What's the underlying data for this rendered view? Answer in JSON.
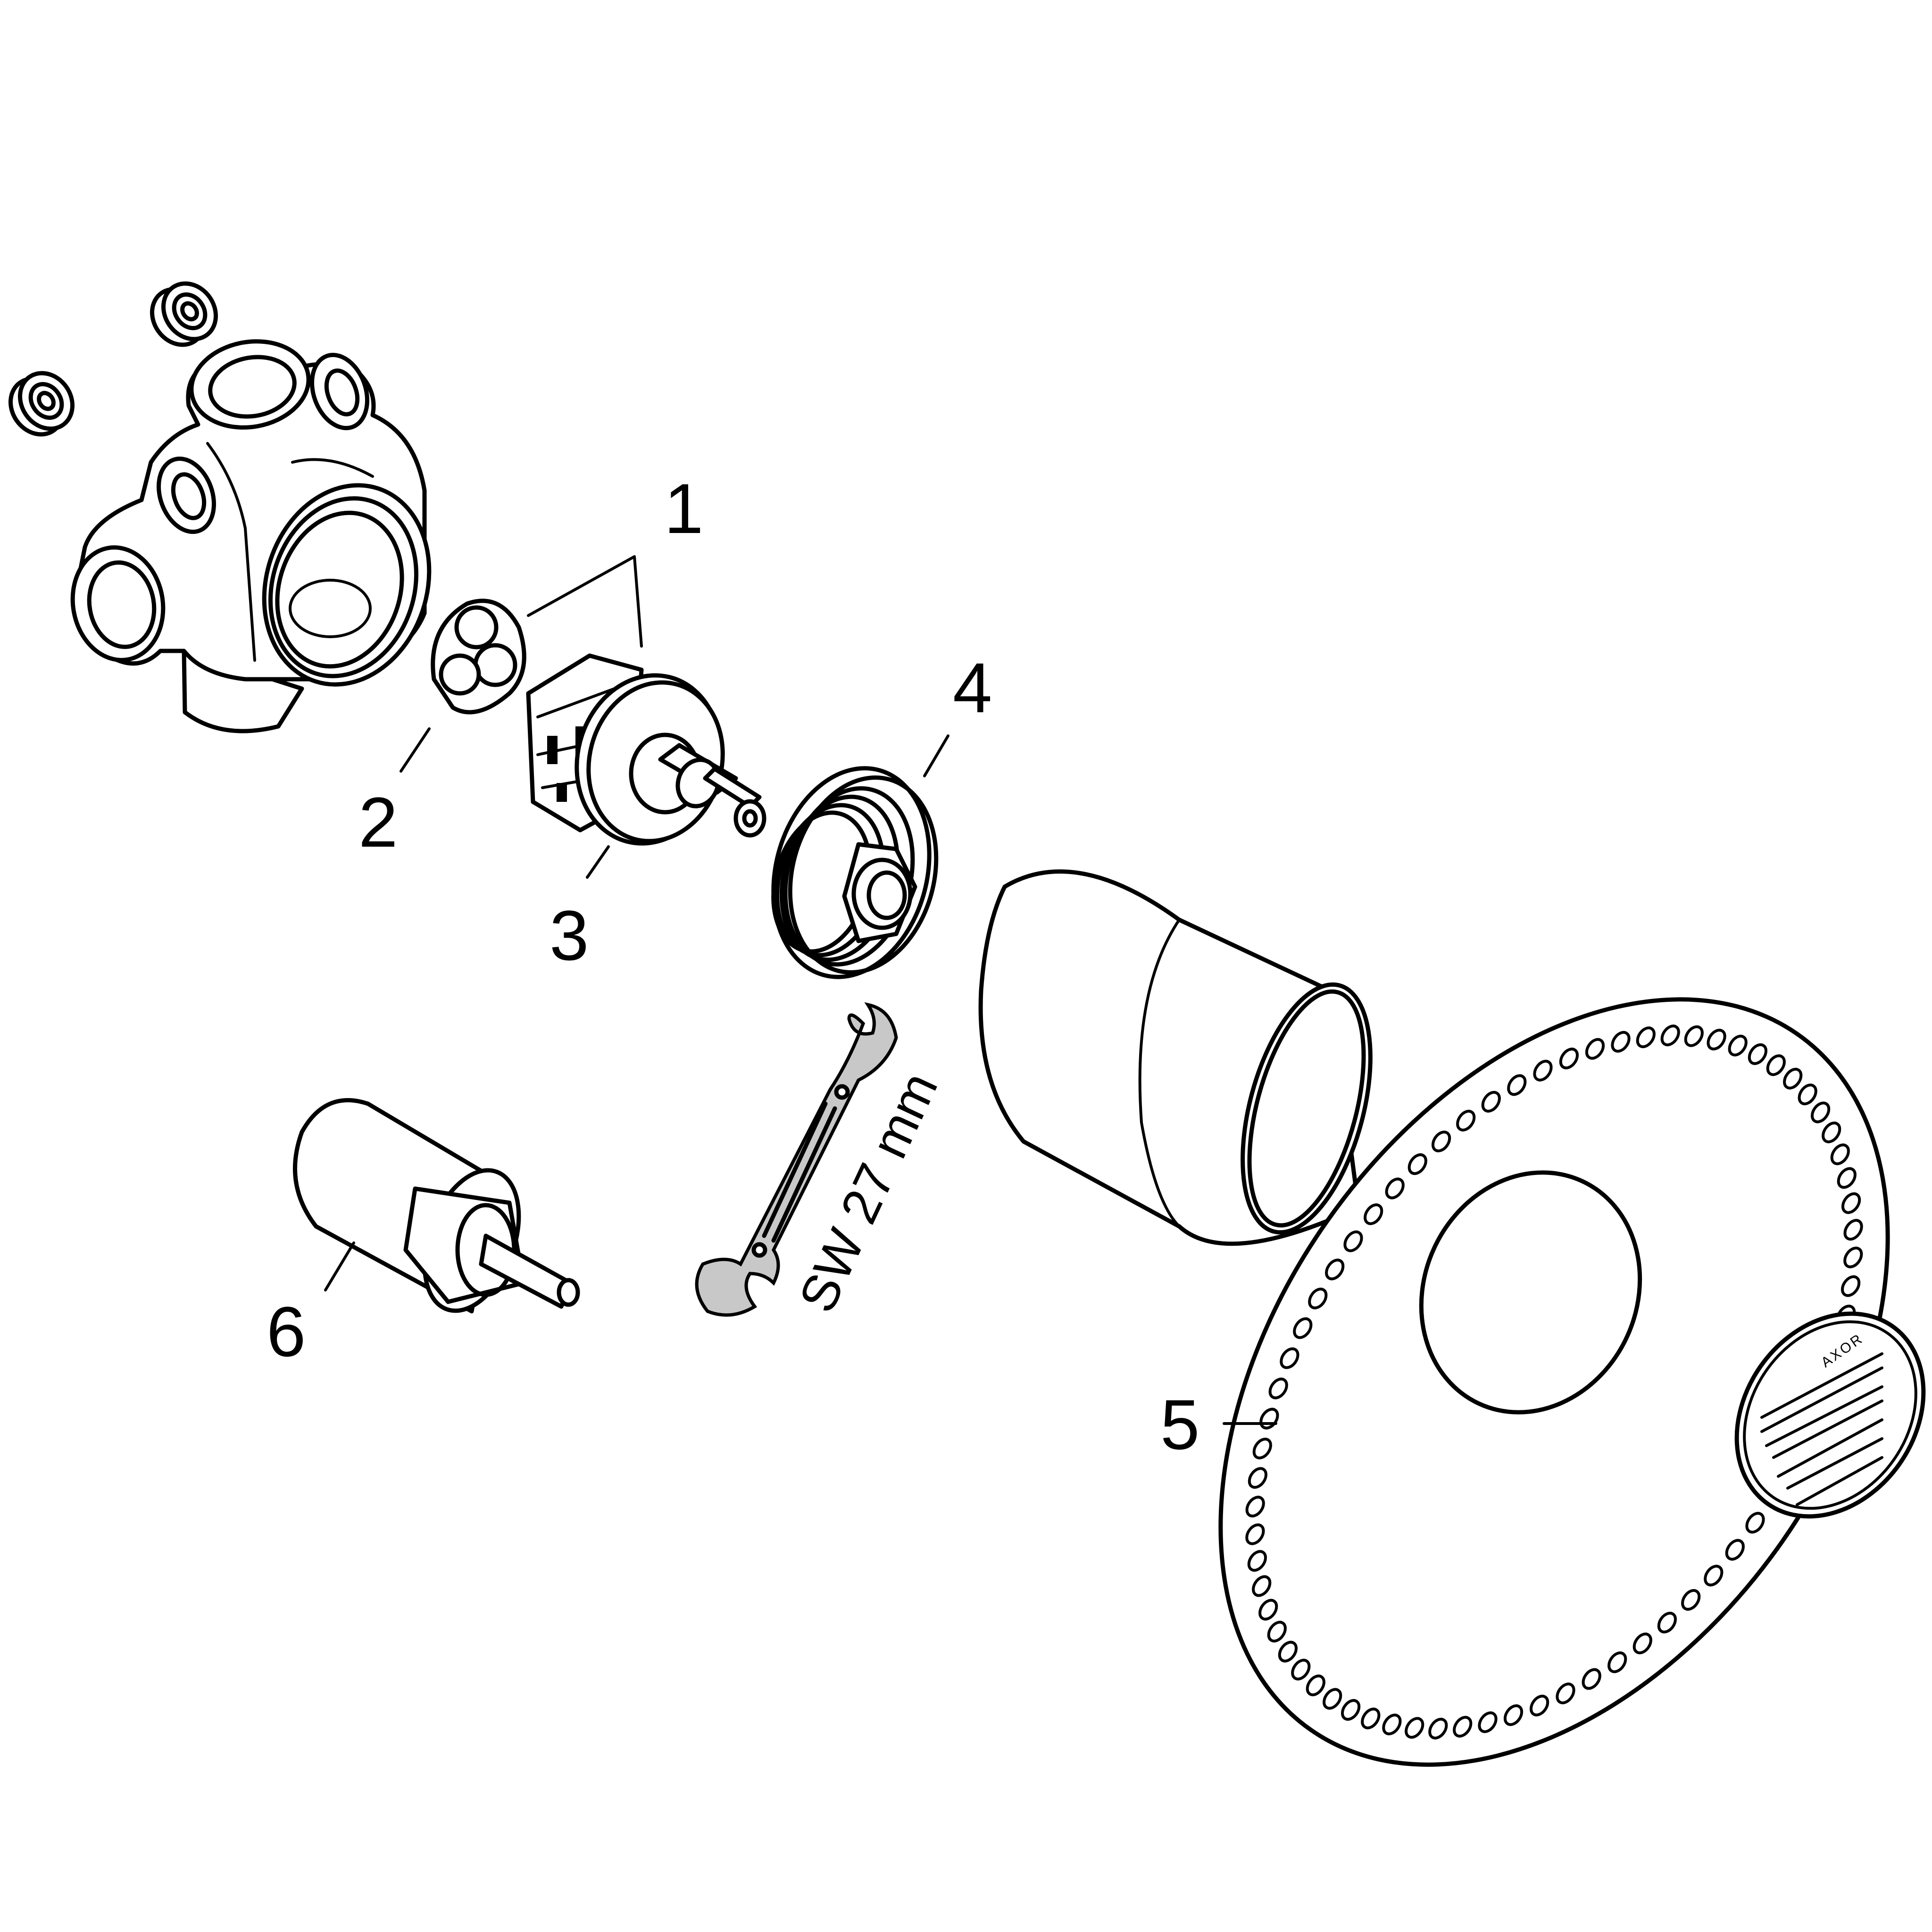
{
  "callouts": [
    {
      "id": "1",
      "text": "1"
    },
    {
      "id": "2",
      "text": "2"
    },
    {
      "id": "3",
      "text": "3"
    },
    {
      "id": "4",
      "text": "4"
    },
    {
      "id": "5",
      "text": "5"
    },
    {
      "id": "6",
      "text": "6"
    }
  ],
  "wrench_size_label": "SW 27 mm",
  "sticker_brand": "AXOR",
  "parts": [
    {
      "name": "valve-body",
      "icon": "valve-body-icon"
    },
    {
      "name": "check-valve-plugs",
      "icon": "plug-icon"
    },
    {
      "name": "cartridge-seal",
      "icon": "seal-icon"
    },
    {
      "name": "thermostatic-cartridge",
      "icon": "cartridge-icon"
    },
    {
      "name": "stop-nut",
      "icon": "nut-icon"
    },
    {
      "name": "trim-sleeve",
      "icon": "sleeve-icon"
    },
    {
      "name": "escutcheon-plate",
      "icon": "escutcheon-icon"
    },
    {
      "name": "extension",
      "icon": "extension-icon"
    },
    {
      "name": "open-end-wrench",
      "icon": "wrench-icon"
    }
  ]
}
